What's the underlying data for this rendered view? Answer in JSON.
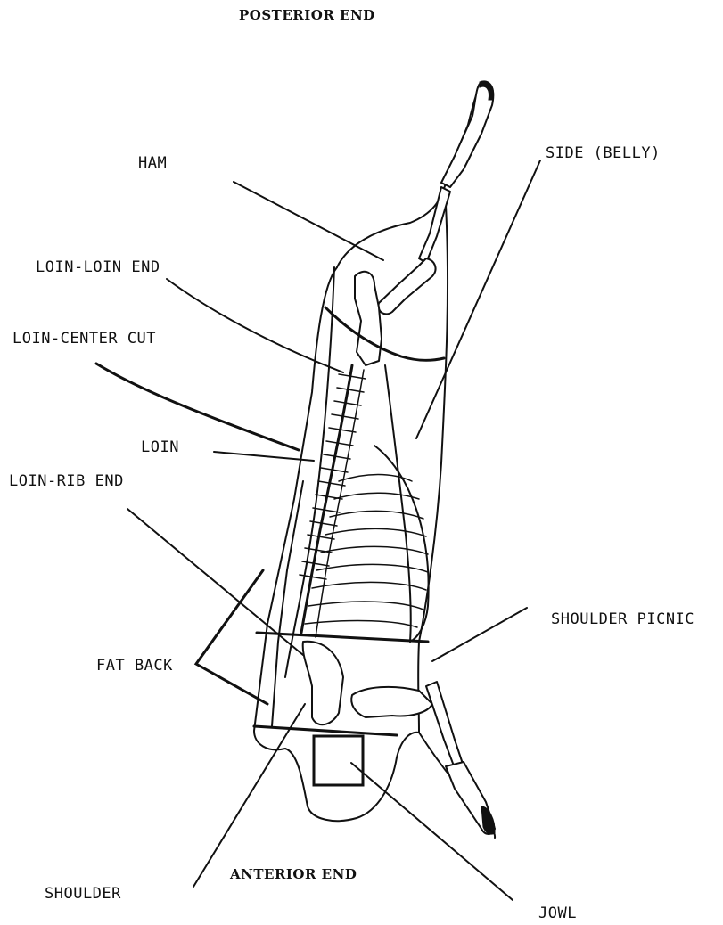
{
  "labels": {
    "posterior_end": "POSTERIOR END",
    "anterior_end": "ANTERIOR END",
    "ham": "HAM",
    "side_belly": "SIDE (BELLY)",
    "loin_loin_end": "LOIN-LOIN END",
    "loin_center_cut": "LOIN-CENTER CUT",
    "loin": "LOIN",
    "loin_rib_end": "LOIN-RIB END",
    "shoulder_picnic": "SHOULDER PICNIC",
    "fat_back": "FAT BACK",
    "shoulder": "SHOULDER",
    "jowl": "JOWL"
  }
}
